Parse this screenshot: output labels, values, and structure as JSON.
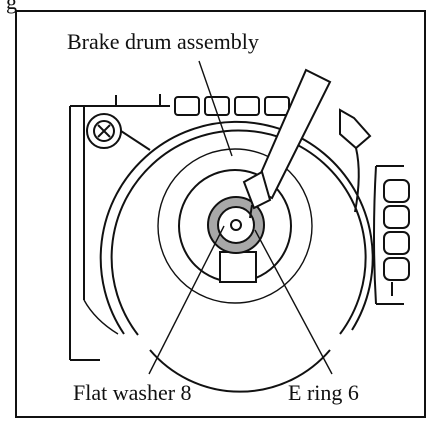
{
  "figure": {
    "corner_title": "g",
    "labels": {
      "top": "Brake drum assembly",
      "bottom_left": "Flat washer 8",
      "bottom_right": "E ring 6"
    },
    "colors": {
      "line": "#111111",
      "washer_fill": "#a8a8a8",
      "background": "#ffffff"
    }
  }
}
